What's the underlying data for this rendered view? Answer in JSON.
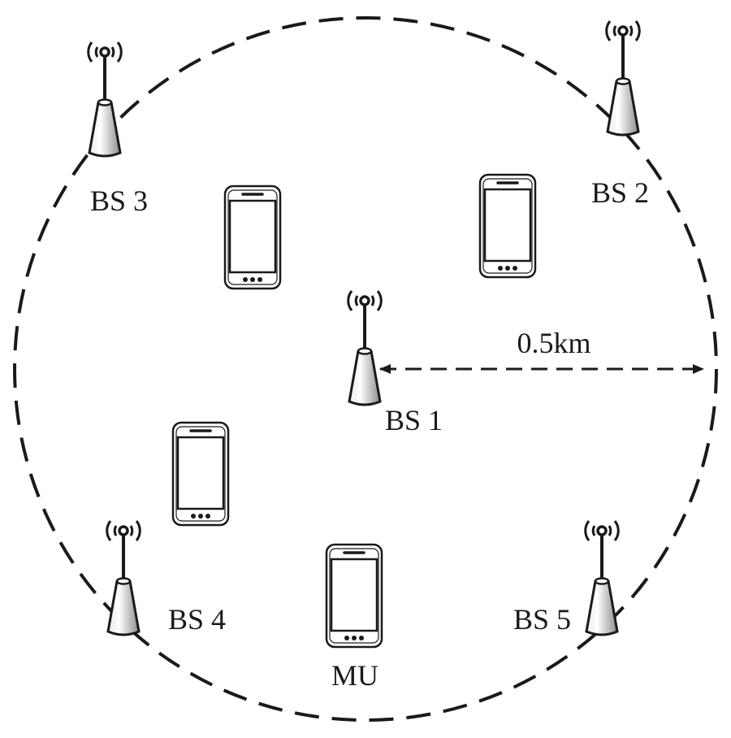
{
  "diagram": {
    "base_stations": [
      {
        "id": "bs1",
        "label": "BS 1"
      },
      {
        "id": "bs2",
        "label": "BS 2"
      },
      {
        "id": "bs3",
        "label": "BS 3"
      },
      {
        "id": "bs4",
        "label": "BS 4"
      },
      {
        "id": "bs5",
        "label": "BS 5"
      }
    ],
    "mobile_user_label": "MU",
    "radius_label": "0.5km",
    "colors": {
      "stroke": "#1a1a1a",
      "tower_light": "#ffffff",
      "tower_dark": "#8c8c8c",
      "screen": "#ffffff"
    }
  }
}
